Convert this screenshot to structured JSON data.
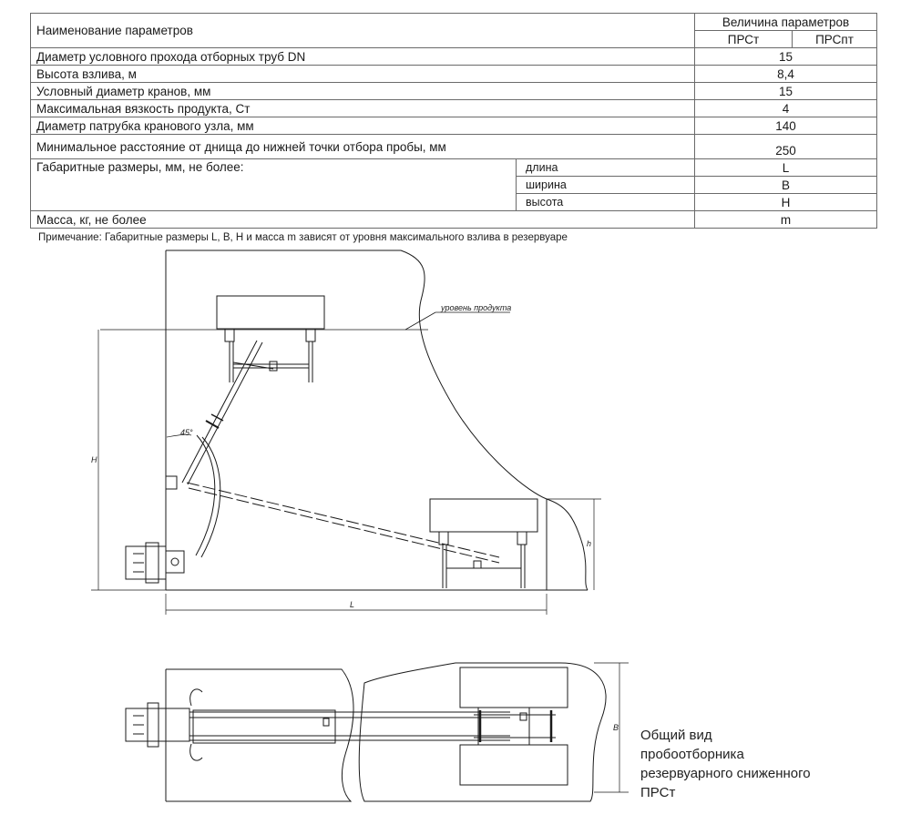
{
  "table": {
    "header": {
      "param_col": "Наименование параметров",
      "value_group": "Величина параметров",
      "col1": "ПРСт",
      "col2": "ПРСпт"
    },
    "rows": [
      {
        "name": "Диаметр условного прохода отборных труб DN",
        "value": "15"
      },
      {
        "name": "Высота взлива, м",
        "value": "8,4"
      },
      {
        "name": "Условный диаметр кранов, мм",
        "value": "15"
      },
      {
        "name": "Максимальная вязкость продукта, Ст",
        "value": "4"
      },
      {
        "name": "Диаметр патрубка кранового узла, мм",
        "value": "140"
      },
      {
        "name": "Минимальное расстояние от днища до нижней точки отбора пробы, мм",
        "value": "250"
      }
    ],
    "dimensions": {
      "name": "Габаритные размеры, мм, не более:",
      "items": [
        {
          "label": "длина",
          "value": "L"
        },
        {
          "label": "ширина",
          "value": "B"
        },
        {
          "label": "высота",
          "value": "H"
        }
      ]
    },
    "mass": {
      "name": "Масса, кг, не более",
      "value": "m"
    }
  },
  "note": "Примечание: Габаритные размеры L, B, H и масса m зависят от уровня максимального взлива в резервуаре",
  "drawing": {
    "product_level_label": "уровень продукта",
    "dim_H": "H",
    "dim_h": "h",
    "dim_L": "L",
    "dim_B": "B",
    "angle_label": "45°"
  },
  "caption": {
    "line1": "Общий вид",
    "line2": "пробоотборника",
    "line3": "резервуарного сниженного",
    "line4": "ПРСт"
  }
}
